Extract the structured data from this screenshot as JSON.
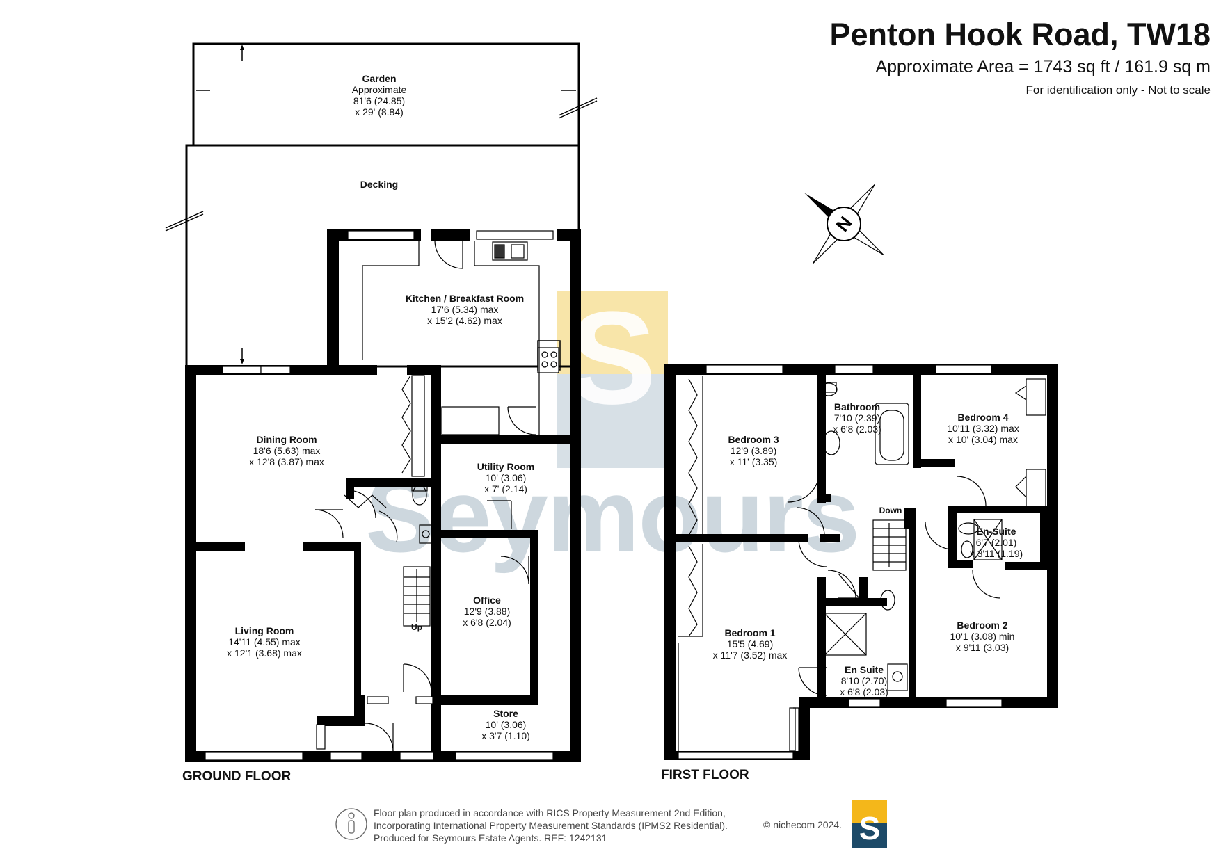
{
  "header": {
    "title": "Penton Hook Road, TW18",
    "area": "Approximate Area = 1743 sq ft / 161.9 sq m",
    "identification": "For identification only - Not to scale"
  },
  "floors": {
    "ground": "GROUND FLOOR",
    "first": "FIRST FLOOR"
  },
  "ground_rooms": {
    "garden": {
      "name": "Garden",
      "l1": "Approximate",
      "l2": "81'6 (24.85)",
      "l3": "x 29' (8.84)"
    },
    "decking": {
      "name": "Decking"
    },
    "kitchen": {
      "name": "Kitchen / Breakfast Room",
      "l1": "17'6 (5.34) max",
      "l2": "x 15'2 (4.62) max"
    },
    "dining": {
      "name": "Dining Room",
      "l1": "18'6 (5.63) max",
      "l2": "x 12'8 (3.87) max"
    },
    "utility": {
      "name": "Utility Room",
      "l1": "10' (3.06)",
      "l2": "x 7' (2.14)"
    },
    "office": {
      "name": "Office",
      "l1": "12'9 (3.88)",
      "l2": "x 6'8 (2.04)"
    },
    "living": {
      "name": "Living Room",
      "l1": "14'11 (4.55) max",
      "l2": "x 12'1 (3.68) max"
    },
    "store": {
      "name": "Store",
      "l1": "10' (3.06)",
      "l2": "x 3'7 (1.10)"
    },
    "stairs_label": "Up"
  },
  "first_rooms": {
    "bedroom3": {
      "name": "Bedroom 3",
      "l1": "12'9 (3.89)",
      "l2": "x 11' (3.35)"
    },
    "bathroom": {
      "name": "Bathroom",
      "l1": "7'10 (2.39)",
      "l2": "x 6'8 (2.03)"
    },
    "bedroom4": {
      "name": "Bedroom 4",
      "l1": "10'11 (3.32) max",
      "l2": "x 10' (3.04) max"
    },
    "ensuite_small": {
      "name": "En-Suite",
      "l1": "6'7 (2.01)",
      "l2": "x 3'11 (1.19)"
    },
    "bedroom1": {
      "name": "Bedroom 1",
      "l1": "15'5 (4.69)",
      "l2": "x 11'7 (3.52) max"
    },
    "ensuite": {
      "name": "En Suite",
      "l1": "8'10 (2.70)",
      "l2": "x 6'8 (2.03)"
    },
    "bedroom2": {
      "name": "Bedroom 2",
      "l1": "10'1 (3.08) min",
      "l2": "x 9'11 (3.03)"
    },
    "stairs_label": "Down"
  },
  "compass": {
    "letter": "N"
  },
  "watermark": {
    "text": "Seymours",
    "letter": "S"
  },
  "footer": {
    "line1": "Floor plan produced in accordance with RICS Property Measurement 2nd Edition,",
    "line2": "Incorporating International Property Measurement Standards (IPMS2 Residential).",
    "line3": "Produced for Seymours Estate Agents.   REF: 1242131",
    "copyright": "© nichecom 2024."
  },
  "colors": {
    "wall": "#000000",
    "watermark_yellow": "#f6dc8c",
    "watermark_blue": "#c9d6dd",
    "logo_yellow": "#f4b71a",
    "logo_navy": "#1d4a68"
  }
}
